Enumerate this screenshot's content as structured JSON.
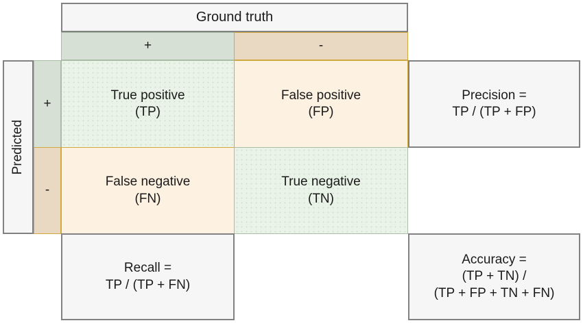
{
  "diagram": {
    "title_top": "Ground truth",
    "title_left": "Predicted",
    "column_headers": [
      "+",
      "-"
    ],
    "row_headers": [
      "+",
      "-"
    ],
    "matrix": [
      [
        {
          "name": "True positive",
          "abbr": "(TP)",
          "tone": "green"
        },
        {
          "name": "False positive",
          "abbr": "(FP)",
          "tone": "orange"
        }
      ],
      [
        {
          "name": "False negative",
          "abbr": "(FN)",
          "tone": "orange"
        },
        {
          "name": "True negative",
          "abbr": "(TN)",
          "tone": "green"
        }
      ]
    ],
    "metrics": {
      "precision": "Precision =\nTP / (TP + FP)",
      "recall": "Recall =\nTP / (TP + FN)",
      "accuracy": "Accuracy =\n(TP + TN) /\n(TP + FP + TN + FN)"
    },
    "colors": {
      "panel_fill": "#f6f6f6",
      "panel_border": "#818181",
      "band_positive": "#d6e0d4",
      "band_negative": "#e9d9c2",
      "cell_positive": "#e9f3e7",
      "cell_negative": "#fdf1e2",
      "border_green": "#a9bda6",
      "border_orange": "#d2a93f",
      "text": "#1a1a1a"
    }
  }
}
